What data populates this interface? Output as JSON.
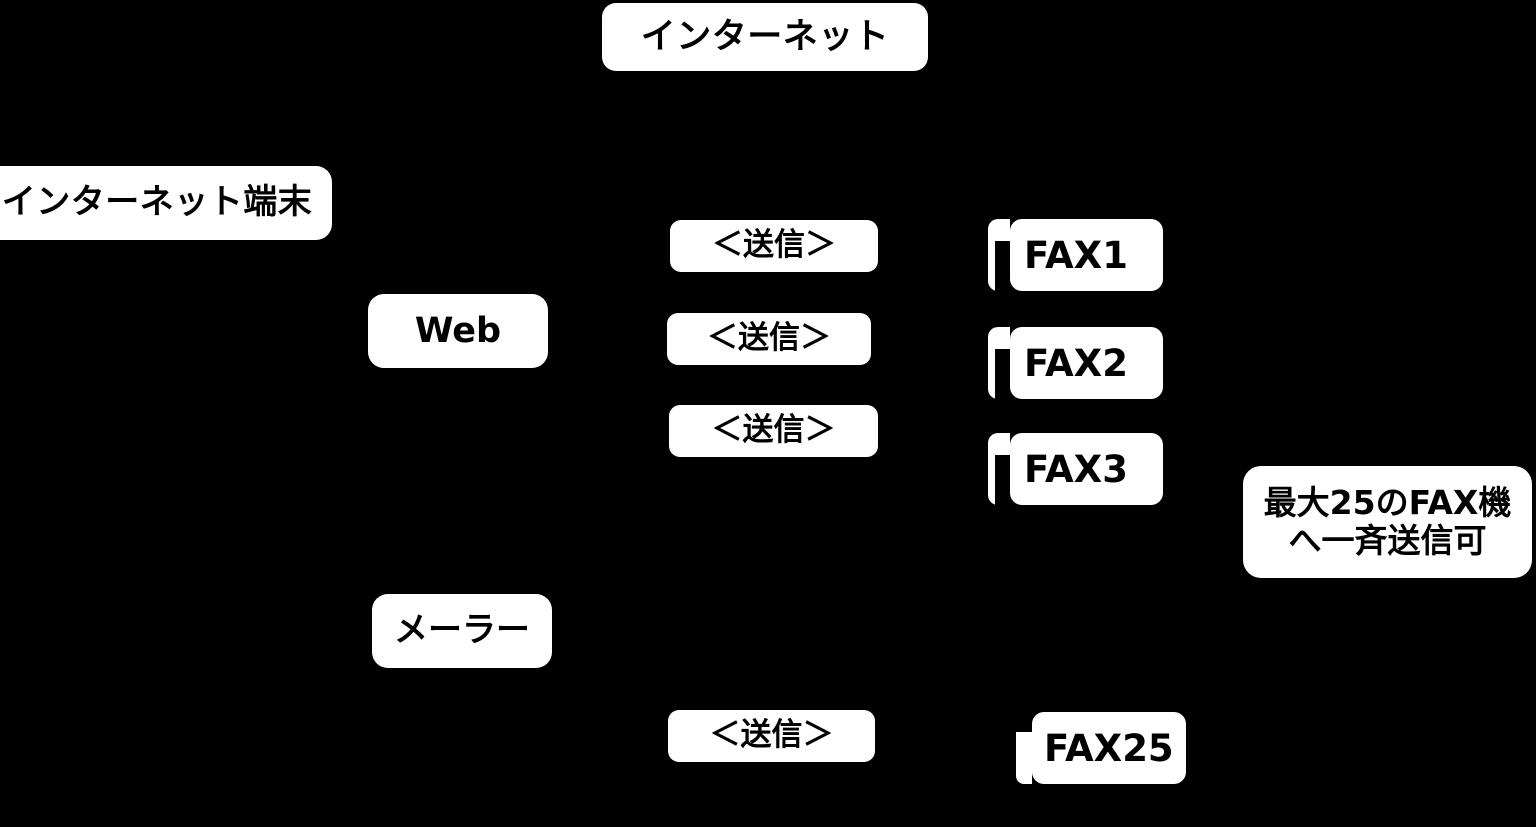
{
  "diagram": {
    "background_color": "#000000",
    "node_fill_color": "#ffffff",
    "node_text_color": "#000000",
    "internet": {
      "label": "インターネット"
    },
    "terminal": {
      "label": "インターネット端末"
    },
    "clients": [
      {
        "id": "web",
        "label": "Web"
      },
      {
        "id": "mailer",
        "label": "メーラー"
      }
    ],
    "send_actions": [
      {
        "id": "send-1",
        "label": "＜送信＞"
      },
      {
        "id": "send-2",
        "label": "＜送信＞"
      },
      {
        "id": "send-3",
        "label": "＜送信＞"
      },
      {
        "id": "send-4",
        "label": "＜送信＞"
      }
    ],
    "fax_machines": [
      {
        "id": "fax-1",
        "label": "FAX1"
      },
      {
        "id": "fax-2",
        "label": "FAX2"
      },
      {
        "id": "fax-3",
        "label": "FAX3"
      },
      {
        "id": "fax-25",
        "label": "FAX25"
      }
    ],
    "note": {
      "line1": "最大25のFAX機",
      "line2": "へ一斉送信可"
    }
  }
}
